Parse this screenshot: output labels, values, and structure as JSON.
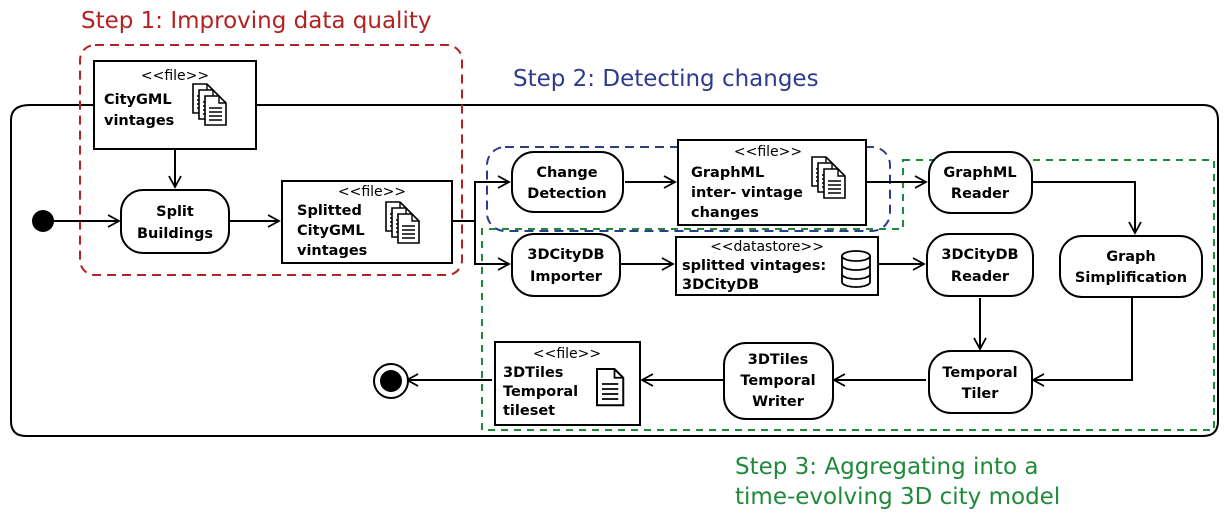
{
  "steps": {
    "step1": "Step 1: Improving data quality",
    "step2": "Step 2: Detecting changes",
    "step3_line1": "Step 3: Aggregating into a",
    "step3_line2": "time-evolving 3D city model"
  },
  "colors": {
    "step1": "#b22222",
    "step2": "#2e3a8c",
    "step3": "#1f8a3a",
    "line": "#000000"
  },
  "stereotypes": {
    "file": "<<file>>",
    "datastore": "<<datastore>>"
  },
  "nodes": {
    "citygml_vintages": {
      "line1": "CityGML",
      "line2": "vintages"
    },
    "split_buildings": {
      "line1": "Split",
      "line2": "Buildings"
    },
    "splitted_citygml": {
      "line1": "Splitted",
      "line2": "CityGML",
      "line3": "vintages"
    },
    "change_detection": {
      "line1": "Change",
      "line2": "Detection"
    },
    "graphml_changes": {
      "line1": "GraphML",
      "line2": "inter- vintage",
      "line3": "changes"
    },
    "graphml_reader": {
      "line1": "GraphML",
      "line2": "Reader"
    },
    "graph_simplification": {
      "line1": "Graph",
      "line2": "Simplification"
    },
    "citydb_importer": {
      "line1": "3DCityDB",
      "line2": "Importer"
    },
    "splitted_vintages_db": {
      "line1": "splitted vintages:",
      "line2": "3DCityDB"
    },
    "citydb_reader": {
      "line1": "3DCityDB",
      "line2": "Reader"
    },
    "temporal_tiler": {
      "line1": "Temporal",
      "line2": "Tiler"
    },
    "tiles_writer": {
      "line1": "3DTiles",
      "line2": "Temporal",
      "line3": "Writer"
    },
    "tiles_tileset": {
      "line1": "3DTiles",
      "line2": "Temporal",
      "line3": "tileset"
    }
  },
  "icons": {
    "multi_document": "multi-document-icon",
    "single_document": "document-icon",
    "database": "database-icon",
    "initial_node": "initial-node-icon",
    "final_node": "final-node-icon"
  }
}
